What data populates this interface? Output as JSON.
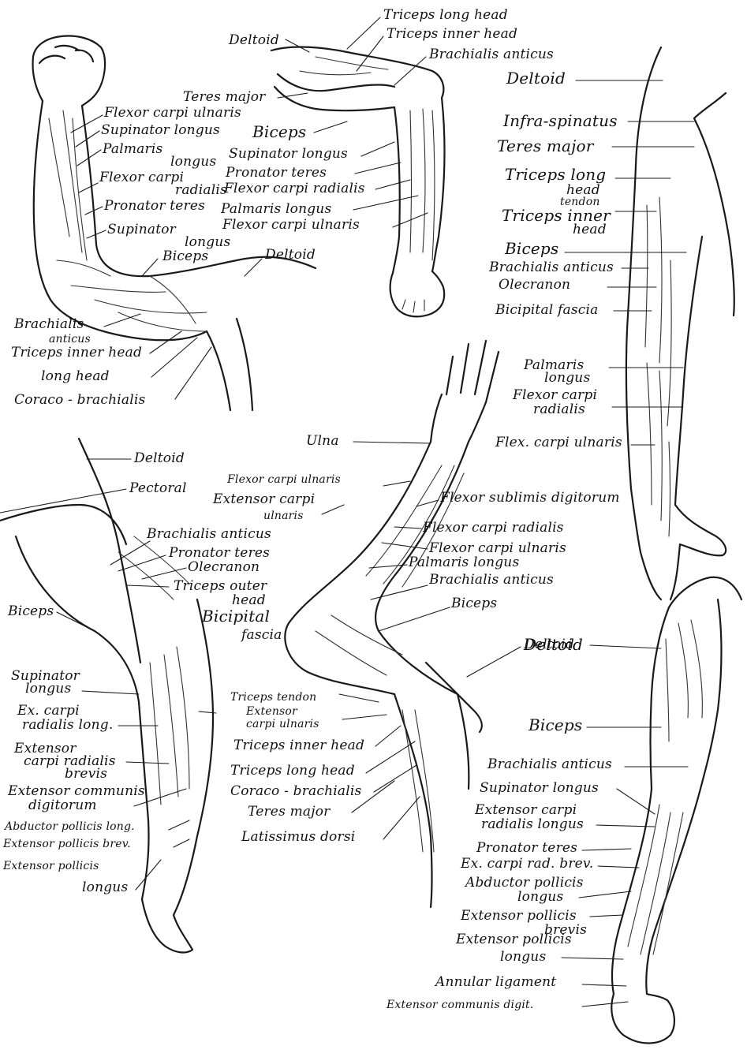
{
  "figures": [
    {
      "id": "flexed-arm-top-left",
      "labels": [
        "Flexor carpi ulnaris",
        "Supinator longus",
        "Palmaris longus",
        "Flexor carpi radialis",
        "Pronator teres",
        "Supinator longus",
        "Biceps",
        "Deltoid",
        "Brachialis anticus",
        "Triceps inner head",
        "long head",
        "Coraco-brachialis"
      ]
    },
    {
      "id": "raised-arm-top-center",
      "labels": [
        "Deltoid",
        "Triceps long head",
        "Triceps inner head",
        "Brachialis anticus",
        "Teres major",
        "Biceps",
        "Supinator longus",
        "Pronator teres",
        "Flexor carpi radialis",
        "Palmaris longus",
        "Flexor carpi ulnaris"
      ]
    },
    {
      "id": "hanging-arm-right",
      "labels": [
        "Deltoid",
        "Infra-spinatus",
        "Teres major",
        "Triceps long head",
        "tendon",
        "Triceps inner head",
        "Biceps",
        "Brachialis anticus",
        "Olecranon",
        "Bicipital fascia",
        "Palmaris longus",
        "Flexor carpi radialis",
        "Flex. carpi ulnaris"
      ]
    },
    {
      "id": "extended-arm-center",
      "labels": [
        "Ulna",
        "Flexor carpi ulnaris",
        "Extensor carpi ulnaris",
        "Flexor sublimis digitorum",
        "Flexor carpi radialis",
        "Flexor carpi ulnaris",
        "Palmaris longus",
        "Brachialis anticus",
        "Biceps",
        "Deltoid",
        "Triceps tendon",
        "Extensor carpi ulnaris",
        "Triceps inner head",
        "Triceps long head",
        "Coraco-brachialis",
        "Teres major",
        "Latissimus dorsi"
      ]
    },
    {
      "id": "outer-arm-bottom-left",
      "labels": [
        "Deltoid",
        "Pectoral",
        "Brachialis anticus",
        "Pronator teres",
        "Olecranon",
        "Triceps outer head",
        "Bicipital fascia",
        "Biceps",
        "Supinator longus",
        "Ex. carpi radialis long.",
        "Extensor carpi radialis brevis",
        "Extensor communis digitorum",
        "Abductor pollicis long.",
        "Extensor pollicis brev.",
        "Extensor pollicis longus"
      ]
    },
    {
      "id": "front-arm-bottom-right",
      "labels": [
        "Deltoid",
        "Biceps",
        "Brachialis anticus",
        "Supinator longus",
        "Extensor carpi radialis longus",
        "Pronator teres",
        "Ex. carpi rad. brev.",
        "Abductor pollicis longus",
        "Extensor pollicis brevis",
        "Extensor pollicis longus",
        "Annular ligament",
        "Extensor communis digit."
      ]
    }
  ],
  "text": {
    "tl_flexor_carpi_ulnaris": "Flexor carpi ulnaris",
    "tl_supinator_longus": "Supinator longus",
    "tl_palmaris": "Palmaris",
    "tl_longus_a": "longus",
    "tl_flexor_carpi": "Flexor carpi",
    "tl_radialis": "radialis",
    "tl_pronator_teres": "Pronator teres",
    "tl_supinator": "Supinator",
    "tl_longus_b": "longus",
    "tl_biceps": "Biceps",
    "tl_deltoid": "Deltoid",
    "tl_brachialis": "Brachialis",
    "tl_anticus": "anticus",
    "tl_triceps_inner_head": "Triceps inner head",
    "tl_long_head": "long head",
    "tl_coraco": "Coraco - brachialis",
    "tc_triceps_long_head": "Triceps long head",
    "tc_triceps_inner_head": "Triceps inner head",
    "tc_deltoid": "Deltoid",
    "tc_brachialis_anticus": "Brachialis anticus",
    "tc_teres_major": "Teres major",
    "tc_biceps": "Biceps",
    "tc_supinator_longus": "Supinator longus",
    "tc_pronator_teres": "Pronator teres",
    "tc_flexor_carpi_radialis": "Flexor carpi radialis",
    "tc_palmaris_longus": "Palmaris longus",
    "tc_flexor_carpi_ulnaris": "Flexor carpi ulnaris",
    "r_deltoid": "Deltoid",
    "r_infraspinatus": "Infra-spinatus",
    "r_teres_major": "Teres major",
    "r_triceps_long": "Triceps long",
    "r_head_a": "head",
    "r_tendon": "tendon",
    "r_triceps_inner": "Triceps inner",
    "r_head_b": "head",
    "r_biceps": "Biceps",
    "r_brachialis_anticus": "Brachialis anticus",
    "r_olecranon": "Olecranon",
    "r_bicipital_fascia": "Bicipital fascia",
    "r_palmaris": "Palmaris",
    "r_longus": "longus",
    "r_flexor_carpi": "Flexor carpi",
    "r_radialis": "radialis",
    "r_flex_carpi_ulnaris": "Flex. carpi ulnaris",
    "c_ulna": "Ulna",
    "c_flexor_carpi_ulnaris_a": "Flexor carpi ulnaris",
    "c_extensor_carpi": "Extensor carpi",
    "c_ulnaris": "ulnaris",
    "c_flexor_sublimis": "Flexor sublimis digitorum",
    "c_flexor_carpi_radialis": "Flexor carpi radialis",
    "c_flexor_carpi_ulnaris_b": "Flexor carpi ulnaris",
    "c_palmaris_longus": "Palmaris longus",
    "c_brachialis_anticus": "Brachialis anticus",
    "c_biceps": "Biceps",
    "c_deltoid": "Deltoid",
    "c_triceps_tendon": "Triceps tendon",
    "c_extensor": "Extensor",
    "c_carpi_ulnaris": "carpi ulnaris",
    "c_triceps_inner_head": "Triceps inner head",
    "c_triceps_long_head": "Triceps long head",
    "c_coraco": "Coraco - brachialis",
    "c_teres_major": "Teres major",
    "c_latissimus": "Latissimus dorsi",
    "bl_deltoid": "Deltoid",
    "bl_pectoral": "Pectoral",
    "bl_brachialis_anticus": "Brachialis anticus",
    "bl_pronator_teres": "Pronator teres",
    "bl_olecranon": "Olecranon",
    "bl_triceps_outer": "Triceps outer",
    "bl_head": "head",
    "bl_bicipital": "Bicipital",
    "bl_fascia": "fascia",
    "bl_biceps": "Biceps",
    "bl_supinator": "Supinator",
    "bl_longus": "longus",
    "bl_ex_carpi": "Ex. carpi",
    "bl_radialis_long": "radialis long.",
    "bl_extensor": "Extensor",
    "bl_carpi_radialis": "carpi radialis",
    "bl_brevis": "brevis",
    "bl_extensor_communis": "Extensor communis",
    "bl_digitorum": "digitorum",
    "bl_abductor": "Abductor pollicis long.",
    "bl_ext_poll_brev": "Extensor pollicis brev.",
    "bl_ext_pollicis": "Extensor pollicis",
    "bl_longus_b": "longus",
    "br_deltoid": "Deltoid",
    "br_biceps": "Biceps",
    "br_brachialis_anticus": "Brachialis anticus",
    "br_supinator_longus": "Supinator longus",
    "br_extensor_carpi": "Extensor carpi",
    "br_radialis_longus": "radialis longus",
    "br_pronator_teres": "Pronator teres",
    "br_ex_carpi_rad_brev": "Ex. carpi rad. brev.",
    "br_abductor_pollicis": "Abductor pollicis",
    "br_longus_a": "longus",
    "br_extensor_pollicis_a": "Extensor pollicis",
    "br_brevis": "brevis",
    "br_extensor_pollicis_b": "Extensor pollicis",
    "br_longus_b": "longus",
    "br_annular": "Annular ligament",
    "br_extensor_communis": "Extensor communis digit."
  }
}
